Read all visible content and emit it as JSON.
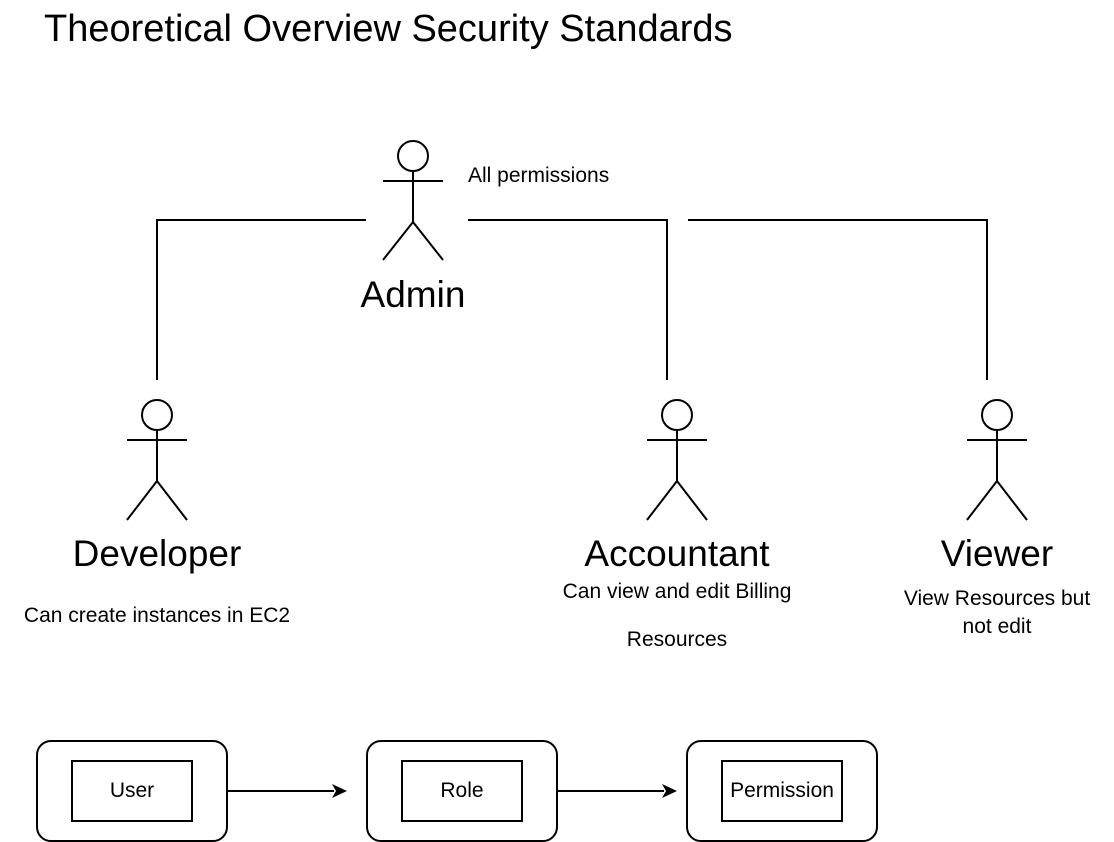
{
  "title": "Theoretical Overview Security Standards",
  "actors": {
    "admin": {
      "name": "Admin",
      "description": "All permissions"
    },
    "developer": {
      "name": "Developer",
      "description": "Can create instances in EC2"
    },
    "accountant": {
      "name": "Accountant",
      "description_line1": "Can view and edit Billing",
      "description_line2": "Resources"
    },
    "viewer": {
      "name": "Viewer",
      "description_line1": "View Resources but",
      "description_line2": "not edit"
    }
  },
  "flow": {
    "user_label": "User",
    "role_label": "Role",
    "permission_label": "Permission"
  }
}
